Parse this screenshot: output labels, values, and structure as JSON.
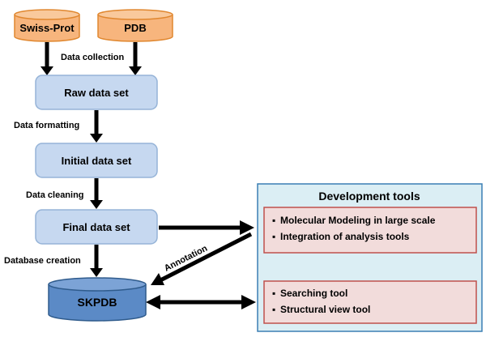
{
  "sources": {
    "swissprot": "Swiss-Prot",
    "pdb": "PDB"
  },
  "steps": {
    "raw": "Raw data set",
    "initial": "Initial data set",
    "final": "Final data set",
    "db": "SKPDB"
  },
  "edges": {
    "collection": "Data collection",
    "formatting": "Data formatting",
    "cleaning": "Data cleaning",
    "creation": "Database creation",
    "annotation": "Annotation"
  },
  "dev": {
    "title": "Development tools",
    "group1": [
      "Molecular Modeling in large scale",
      "Integration of analysis tools"
    ],
    "group2": [
      "Searching tool",
      "Structural view tool"
    ]
  },
  "colors": {
    "source_fill": "#f7b57d",
    "source_stroke": "#e0872f",
    "step_fill": "#c6d8f0",
    "step_stroke": "#95b3d7",
    "db_fill": "#5b8ac6",
    "db_stroke": "#2f5b8c",
    "panel_fill": "#dbeef4",
    "panel_stroke": "#3b7fb4",
    "group_fill": "#f2dcdb",
    "group_stroke": "#c0504d"
  }
}
